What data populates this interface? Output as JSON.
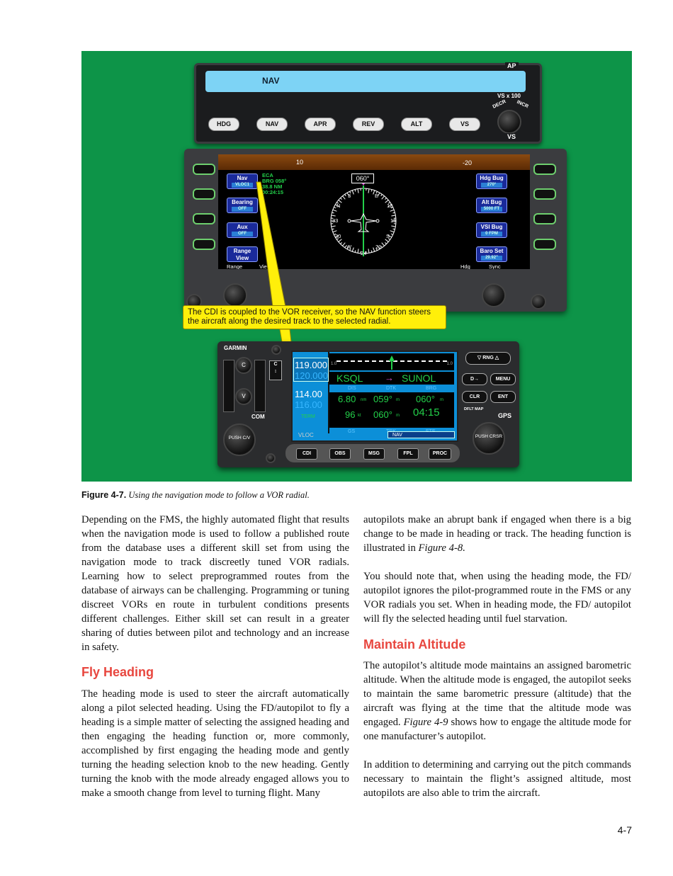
{
  "figure": {
    "ap": {
      "label_ap": "AP",
      "screen_text": "NAV",
      "vs_scale": "VS x 100",
      "decr": "DECR",
      "incr": "INCR",
      "label_vs": "VS",
      "buttons": [
        "HDG",
        "NAV",
        "APR",
        "REV",
        "ALT",
        "VS"
      ]
    },
    "pfd": {
      "left_tick": "10",
      "right_tick": "-20",
      "heading_box": "060°",
      "nav_info": [
        "ECA",
        "BRG 058°",
        "38.8 NM",
        "00:24:15"
      ],
      "compass_labels": [
        "3",
        "E",
        "12",
        "N",
        "15",
        "33",
        "S",
        "30",
        "W",
        "21",
        "24"
      ],
      "left_softkeys": [
        {
          "label": "Nav",
          "sub": "VLOC1"
        },
        {
          "label": "Bearing",
          "sub": "OFF"
        },
        {
          "label": "Aux",
          "sub": "OFF"
        },
        {
          "label": "Range View",
          "sub": ""
        }
      ],
      "right_softkeys": [
        {
          "label": "Hdg Bug",
          "sub": "270°"
        },
        {
          "label": "Alt Bug",
          "sub": "5000 FT"
        },
        {
          "label": "VSI Bug",
          "sub": "0 FPM"
        },
        {
          "label": "Baro Set",
          "sub": "29.92\""
        }
      ],
      "range_view": "Range",
      "view_text": "View",
      "hdg_sync": "Hdg",
      "sync_text": "Sync"
    },
    "callout": "The CDI is coupled to the VOR receiver, so the NAV function steers the aircraft along the desired track to the selected radial.",
    "gps": {
      "brand": "GARMIN",
      "com_label": "COM",
      "freq1": "119.000",
      "freq1b": "120.000",
      "freq2": "114.00",
      "freq2b": "116.00",
      "term": "TERM",
      "vloc": "VLOC",
      "cdi_left": "1.0",
      "cdi_right": "1.0",
      "from": "KSQL",
      "to": "SUNOL",
      "col_headers": [
        "DIS",
        "DTK",
        "BRG"
      ],
      "dis": "6.80",
      "dis_unit": "nm",
      "dtk": "059°",
      "dtk_unit": "m",
      "brg": "060°",
      "brg_unit": "m",
      "gs": "96",
      "gs_unit": "kt",
      "trk": "060°",
      "trk_unit": "m",
      "ete": "04:15",
      "col_headers2": [
        "GS",
        "TRK",
        "ETE"
      ],
      "nav_tab": "NAV",
      "knob_left": "PUSH C/V",
      "knob_right": "PUSH CRSR",
      "right_buttons": [
        "RNG",
        "MENU",
        "CLR",
        "ENT"
      ],
      "direct": "D→",
      "dflt_map": "DFLT MAP",
      "gps_label": "GPS",
      "bottom_buttons": [
        "CDI",
        "OBS",
        "MSG",
        "FPL",
        "PROC"
      ],
      "c_knob": "C",
      "v_knob": "V"
    }
  },
  "caption": {
    "label": "Figure 4-7.",
    "text": "Using the navigation mode to follow a VOR radial."
  },
  "left_column": {
    "p1": "Depending on the FMS, the highly automated flight that results when the navigation mode is used to follow a published route from the database uses a different skill set from using the navigation mode to track discreetly tuned VOR radials. Learning how to select preprogrammed routes from the database of airways can be challenging. Programming or tuning discreet VORs en route in turbulent conditions presents different challenges. Either skill set can result in a greater sharing of duties between pilot and technology and an increase in safety.",
    "h_fly": "Fly Heading",
    "p2": "The heading mode is used to steer the aircraft automatically along a pilot selected heading. Using the FD/autopilot to fly a heading is a simple matter of selecting the assigned heading and then engaging the heading function or, more commonly, accomplished by first engaging the heading mode and gently turning the heading selection knob to the new heading. Gently turning the knob with the mode already engaged allows you to make a smooth change from level to turning flight. Many"
  },
  "right_column": {
    "p1a": "autopilots make an abrupt bank if engaged when there is a big change to be made in heading or track. The heading function is illustrated in ",
    "p1_ref": "Figure 4-8.",
    "p2": "You should note that, when using the heading mode, the FD/ autopilot ignores the pilot-programmed route in the FMS or any VOR radials you set. When in heading mode, the FD/ autopilot will fly the selected heading until fuel starvation.",
    "h_alt": "Maintain Altitude",
    "p3a": "The autopilot’s altitude mode maintains an assigned barometric altitude. When the altitude mode is engaged, the autopilot seeks to maintain the same barometric pressure (altitude) that the aircraft was flying at the time that the altitude mode was engaged. ",
    "p3_ref": "Figure 4-9",
    "p3b": " shows how to engage the altitude mode for one manufacturer’s autopilot.",
    "p4": "In addition to determining and carrying out the pitch commands necessary to maintain the flight’s assigned altitude, most autopilots are also able to trim the aircraft."
  },
  "page_number": "4-7"
}
